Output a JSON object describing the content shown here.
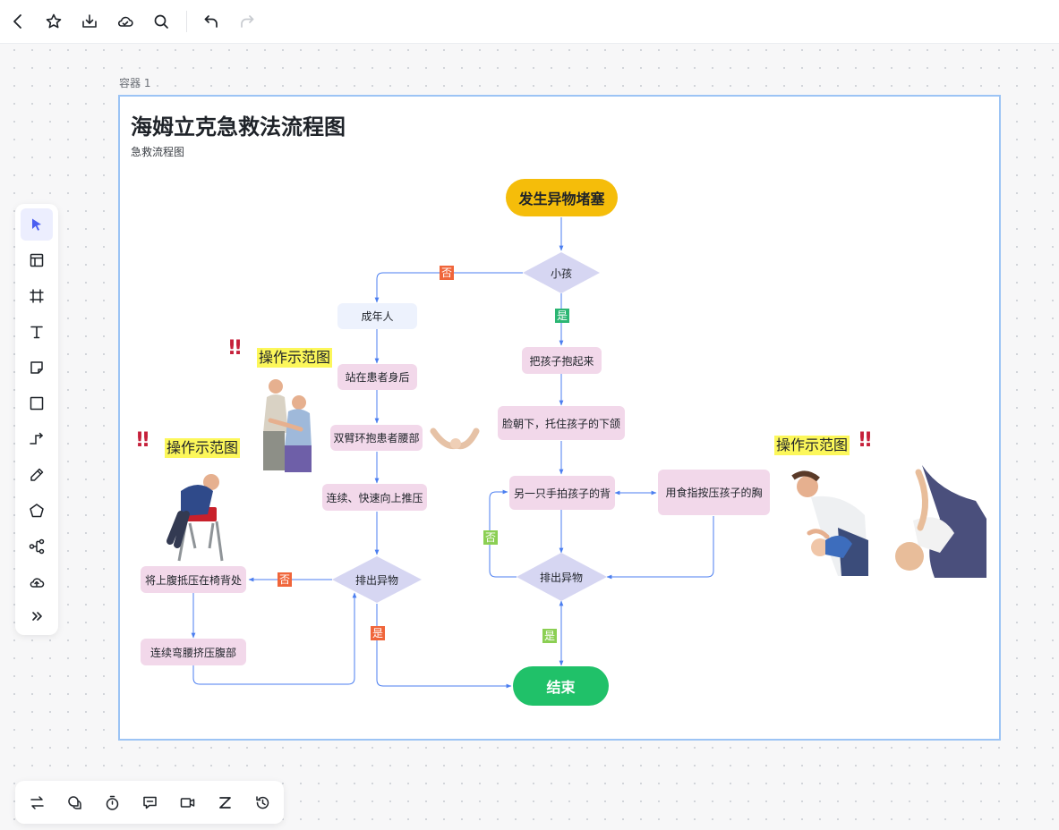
{
  "container": {
    "label": "容器 1"
  },
  "diagram": {
    "title": "海姆立克急救法流程图",
    "subtitle": "急救流程图",
    "nodes": {
      "start": "发生异物堵塞",
      "is_child": "小孩",
      "adult": "成年人",
      "stand_behind": "站在患者身后",
      "arms_around": "双臂环抱患者腰部",
      "push_up": "连续、快速向上推压",
      "expel_adult": "排出异物",
      "chair_press": "将上腹抵压在椅背处",
      "bend_squeeze": "连续弯腰挤压腹部",
      "hold_child": "把孩子抱起来",
      "face_down": "脸朝下，托住孩子的下颌",
      "pat_back": "另一只手拍孩子的背",
      "finger_press": "用食指按压孩子的胸",
      "expel_child": "排出异物",
      "end": "结束"
    },
    "edge_labels": {
      "no_child": "否",
      "yes_child": "是",
      "no_adult": "否",
      "yes_adult": "是",
      "no_child_expel": "否",
      "yes_child_expel": "是"
    },
    "demo_label": "操作示范图",
    "colors": {
      "start": "#f5bd0a",
      "end": "#20c169",
      "process": "#f2d8ea",
      "decision": "#d6d6f2",
      "edge": "#4b7ef0",
      "label_orange": "#f0653a",
      "label_green": "#2bb673"
    }
  },
  "toolbar": {
    "icons": [
      "back-icon",
      "star-icon",
      "download-icon",
      "cloud-icon",
      "search-icon",
      "undo-icon",
      "redo-icon"
    ]
  },
  "left_tools": {
    "icons": [
      "select-icon",
      "template-icon",
      "frame-icon",
      "text-icon",
      "sticky-note-icon",
      "rectangle-icon",
      "connector-icon",
      "pen-icon",
      "polygon-icon",
      "mindmap-icon",
      "upload-icon",
      "more-icon"
    ]
  },
  "bottom_tools": {
    "icons": [
      "switch-icon",
      "comment-icon",
      "timer-icon",
      "chat-icon",
      "video-icon",
      "z-icon",
      "history-icon"
    ]
  }
}
